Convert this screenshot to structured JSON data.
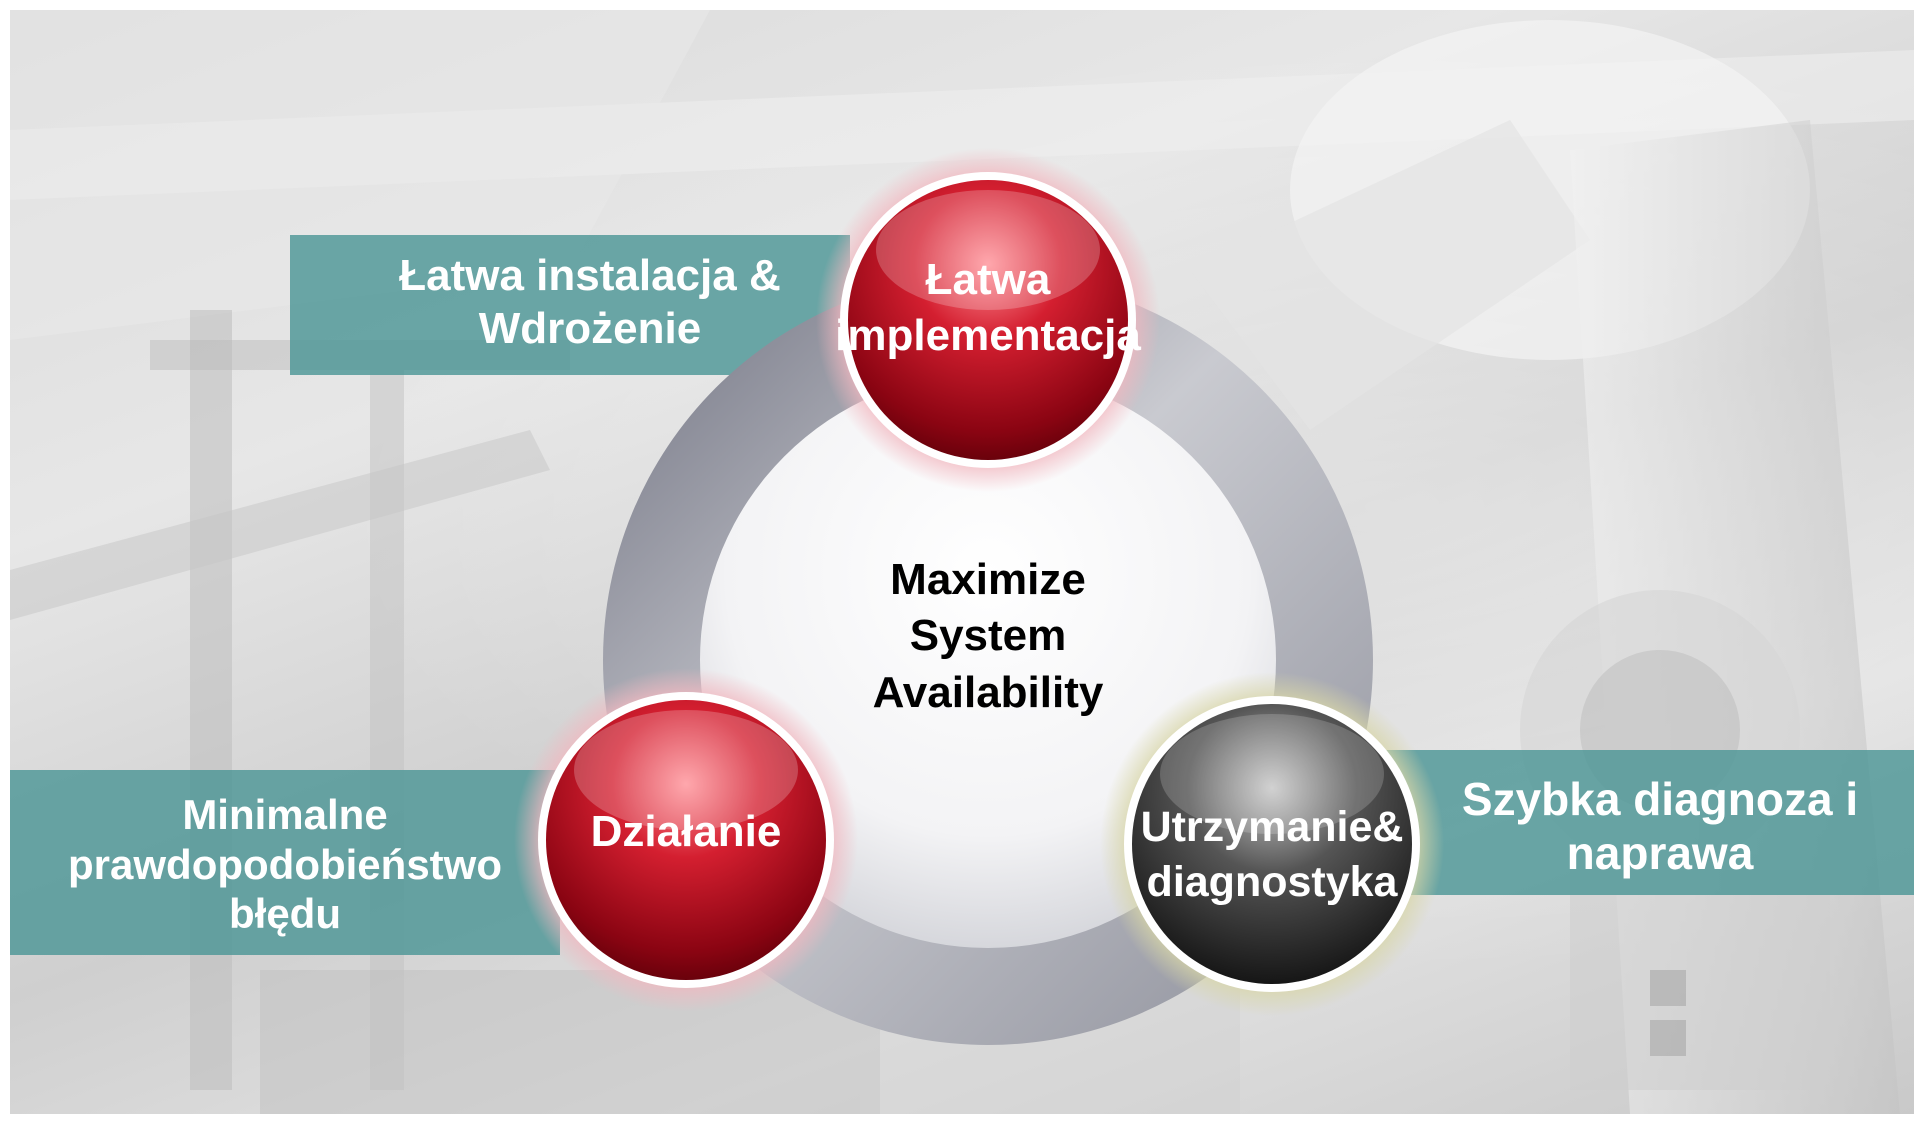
{
  "center": {
    "line1": "Maximize",
    "line2": "System",
    "line3": "Availability"
  },
  "nodes": {
    "top": {
      "line1": "Łatwa",
      "line2": "implementacja",
      "color": "#b0101e"
    },
    "left": {
      "line1": "Działanie",
      "color": "#b0101e"
    },
    "right": {
      "line1": "Utrzymanie&",
      "line2": "diagnostyka",
      "color": "#2a2a2a"
    }
  },
  "callouts": {
    "top_left": {
      "line1": "Łatwa instalacja &",
      "line2": "Wdrożenie"
    },
    "bottom_left": {
      "line1": "Minimalne",
      "line2": "prawdopodobieństwo",
      "line3": "błędu"
    },
    "right": {
      "line1": "Szybka diagnoza i",
      "line2": "naprawa"
    }
  },
  "colors": {
    "callout_fill": "#4d9696",
    "ring": "#8a8c95",
    "red_orb": "#b0101e",
    "dark_orb": "#2a2a2a"
  }
}
